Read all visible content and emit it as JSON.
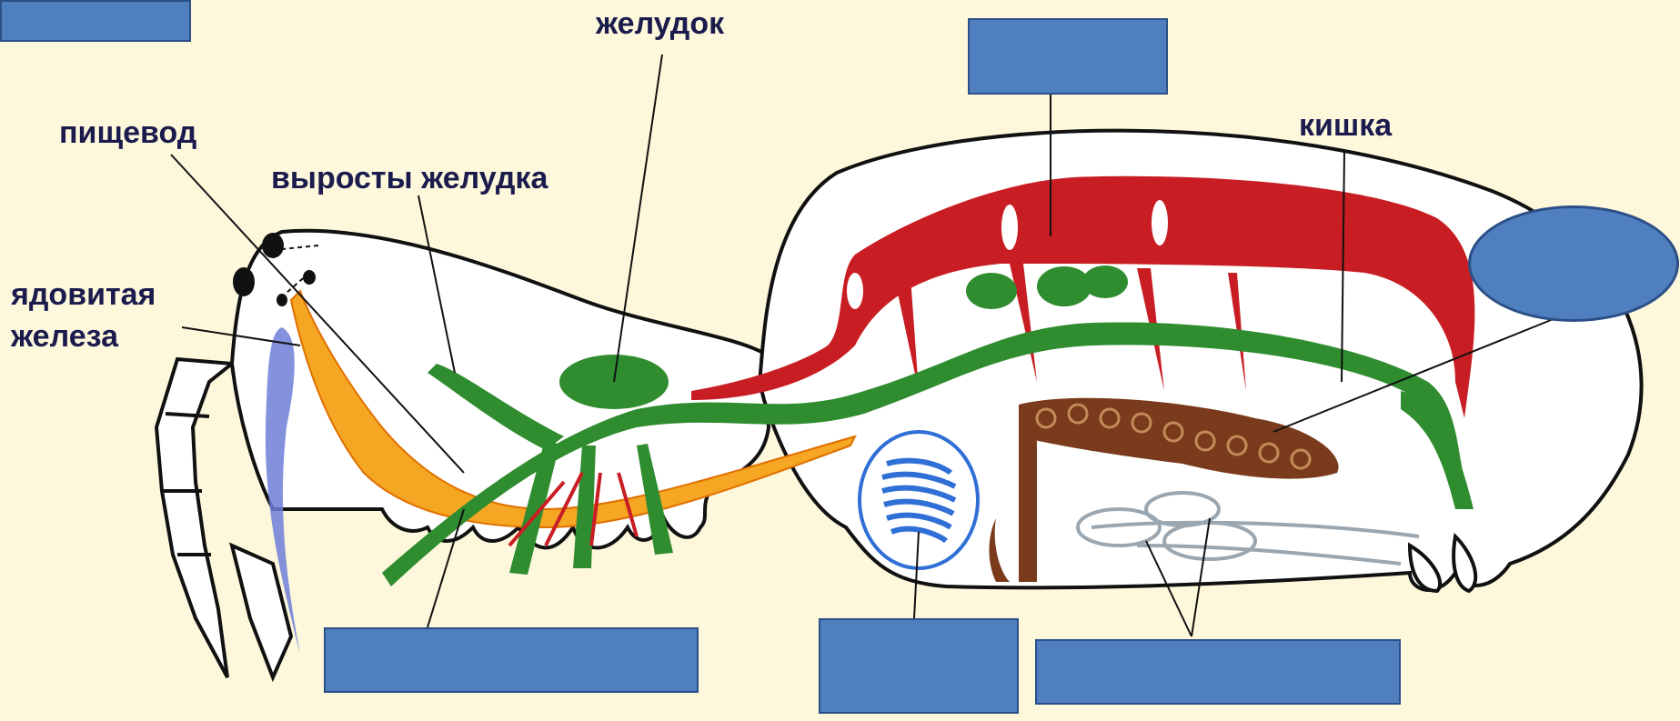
{
  "diagram": {
    "labels": {
      "stomach": "желудок",
      "esophagus": "пищевод",
      "stomach_outgrowths": "выросты желудка",
      "venom_gland_line1": "ядовитая",
      "venom_gland_line2": "железа",
      "intestine": "кишка"
    },
    "colors": {
      "background": "#fdf8dc",
      "answer_box": "#4f7fbf",
      "heart": "#c81e23",
      "digestive": "#2f8c2f",
      "nerve": "#f2a000",
      "liver": "#7a3b1c",
      "lung": "#2f6fd6",
      "venom_gland": "#6f7fd8",
      "trachea": "#9aa6b0"
    }
  }
}
